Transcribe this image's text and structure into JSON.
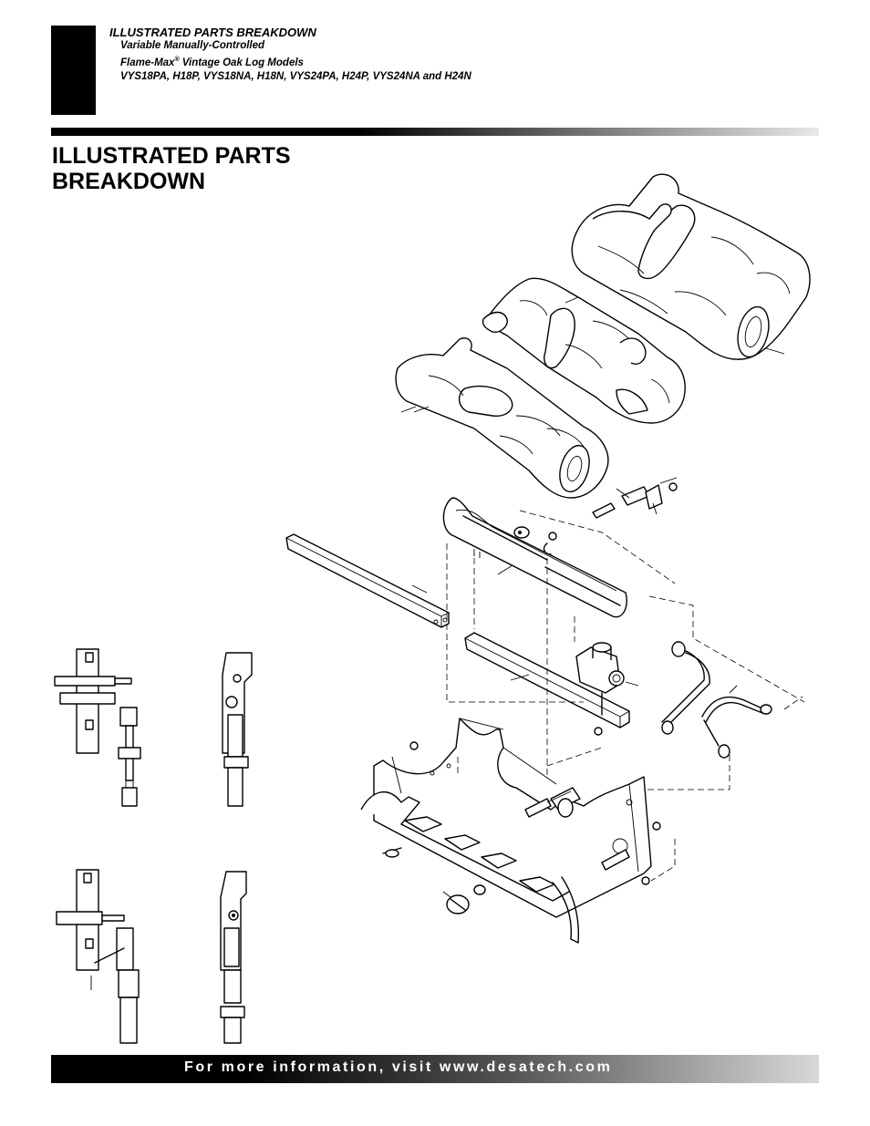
{
  "header": {
    "section": "ILLUSTRATED PARTS BREAKDOWN",
    "line1": "Variable Manually-Controlled",
    "line2_brand": "Flame-Max",
    "line2_mark": "®",
    "line2_rest": " Vintage Oak Log Models",
    "line3": "VYS18PA, H18P, VYS18NA, H18N, VYS24PA, H24P, VYS24NA and H24N"
  },
  "page_title": {
    "line1": "ILLUSTRATED PARTS",
    "line2": "BREAKDOWN"
  },
  "footer": {
    "text": "For more information, visit www.desatech.com"
  }
}
